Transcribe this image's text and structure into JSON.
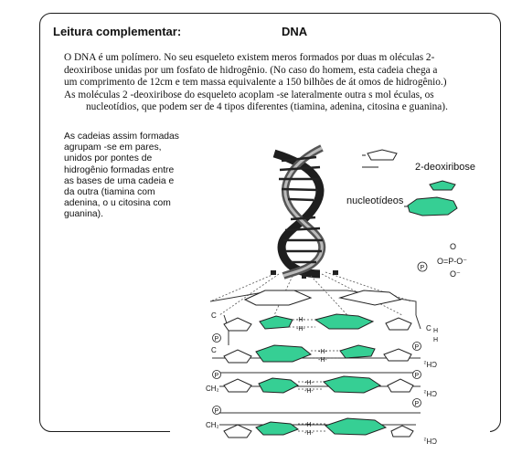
{
  "header": {
    "left_title": "Leitura complementar:",
    "right_title": "DNA"
  },
  "paragraph_lines": [
    "O DNA é um polímero.  No seu esqueleto existem meros formados por duas m       oléculas 2-",
    "deoxiribose unidas por um fosfato de hidrogênio.  (No caso do homem, esta cadeia chega a",
    "um comprimento de 12cm e tem massa equivalente a 150 bilhões de át omos de hidrogênio.)",
    "As moléculas 2   -deoxiribose do esqueleto acoplam    -se lateralmente  outra  s mol éculas, os",
    "nucleotídios, que podem ser de 4 tipos diferentes (tiamina, adenina, citosina e guanina)."
  ],
  "side_lines": [
    "As cadeias assim formadas",
    "agrupam -se      em      pares,",
    "unidos     por     pontes     de",
    "hidrogênio formadas entre",
    "as bases de uma cadeia e",
    "da   outra   (tiamina   com",
    "adenina, o    u citosina com",
    "guanina)."
  ],
  "legend": {
    "deoxyribose_label": "2-deoxiribose",
    "nucleotide_label": "nucleotídeos",
    "phosphate_p": "P",
    "phosphate_o_top": "O",
    "phosphate_eq": "O=P-O⁻",
    "phosphate_o_bottom": "O⁻"
  },
  "diagram_labels": {
    "c_upper": "C",
    "c_lower": "C",
    "h_label": "-H-",
    "ch2": "CH₂",
    "p_marker": "P",
    "right_c": "C",
    "right_h1": "H",
    "right_h2": "H"
  },
  "colors": {
    "base_fill": "#36cf94",
    "helix_dark": "#1e1e1e",
    "helix_light": "#e8e8e8",
    "border": "#1a1a1a"
  }
}
